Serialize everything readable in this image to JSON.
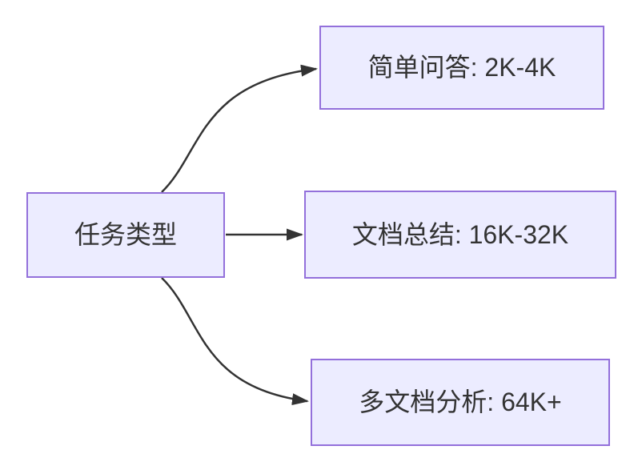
{
  "diagram": {
    "type": "flowchart",
    "direction": "left-to-right",
    "root": {
      "label": "任务类型"
    },
    "branches": [
      {
        "label": "简单问答: 2K-4K"
      },
      {
        "label": "文档总结: 16K-32K"
      },
      {
        "label": "多文档分析: 64K+"
      }
    ],
    "edges": [
      {
        "from": "任务类型",
        "to": "简单问答: 2K-4K"
      },
      {
        "from": "任务类型",
        "to": "文档总结: 16K-32K"
      },
      {
        "from": "任务类型",
        "to": "多文档分析: 64K+"
      }
    ],
    "colors": {
      "node_fill": "#ECECFF",
      "node_border": "#9370DB",
      "text": "#333333",
      "arrow": "#333333",
      "background": "#FFFFFF"
    }
  }
}
